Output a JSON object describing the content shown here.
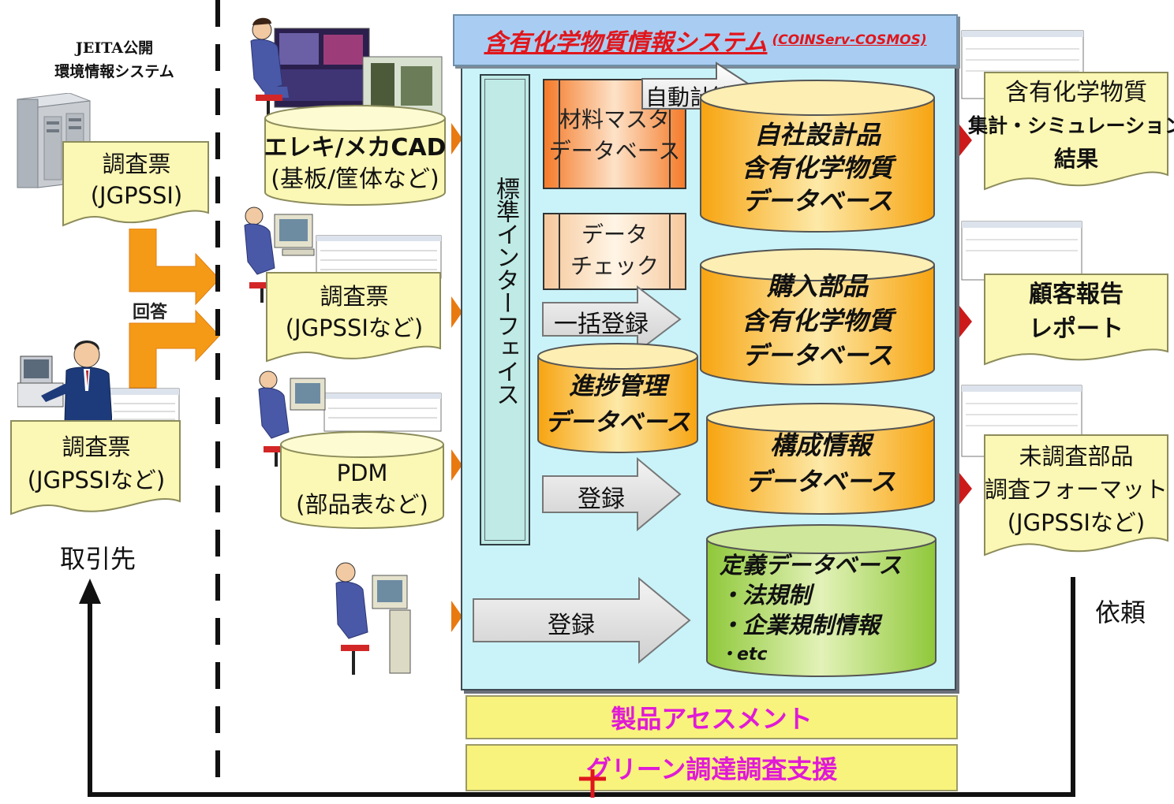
{
  "left": {
    "jeita_line1": "JEITA公開",
    "jeita_line2": "環境情報システム",
    "survey1_line1": "調査票",
    "survey1_line2": "(JGPSSI)",
    "answer_label": "回答",
    "survey2_line1": "調査票",
    "survey2_line2": "(JGPSSIなど)",
    "supplier_label": "取引先"
  },
  "inputs": {
    "cad_line1": "エレキ/メカCAD",
    "cad_line2": "(基板/筐体など)",
    "survey_line1": "調査票",
    "survey_line2": "(JGPSSIなど)",
    "pdm_line1": "PDM",
    "pdm_line2": "(部品表など)"
  },
  "system": {
    "title": "含有化学物質情報システム",
    "title_sub": "(COINServ-COSMOS)",
    "std_interface": "標準インターフェイス",
    "auto_calc": "自動計算",
    "material_master_line1": "材料マスタ",
    "material_master_line2": "データベース",
    "data_check_line1": "データ",
    "data_check_line2": "チェック",
    "bulk_register": "一括登録",
    "progress_line1": "進捗管理",
    "progress_line2": "データベース",
    "register1": "登録",
    "register2": "登録",
    "own_design_line1": "自社設計品",
    "own_design_line2": "含有化学物質",
    "own_design_line3": "データベース",
    "purchased_line1": "購入部品",
    "purchased_line2": "含有化学物質",
    "purchased_line3": "データベース",
    "config_line1": "構成情報",
    "config_line2": "データベース",
    "def_title": "定義データベース",
    "def_item1": "・法規制",
    "def_item2": "・企業規制情報",
    "def_item3": "・etc"
  },
  "bars": {
    "assessment": "製品アセスメント",
    "green": "グリーン調達調査支援"
  },
  "outputs": {
    "out1_line1": "含有化学物質",
    "out1_line2": "集計・シミュレーション",
    "out1_line3": "結果",
    "out2_line1": "顧客報告",
    "out2_line2": "レポート",
    "out3_line1": "未調査部品",
    "out3_line2": "調査フォーマット",
    "out3_line3": "(JGPSSIなど)",
    "request_label": "依頼"
  },
  "colors": {
    "system_bg": "#c9f3f9",
    "title_bar": "#a9cdf2",
    "title_text": "#e0161c",
    "bar_bg": "#f8f37c",
    "bar_text": "#e01ad6",
    "doc_fill": "#fbf7b4",
    "orange_arrow": "#f59a17",
    "green_db": "#a7d64a"
  }
}
